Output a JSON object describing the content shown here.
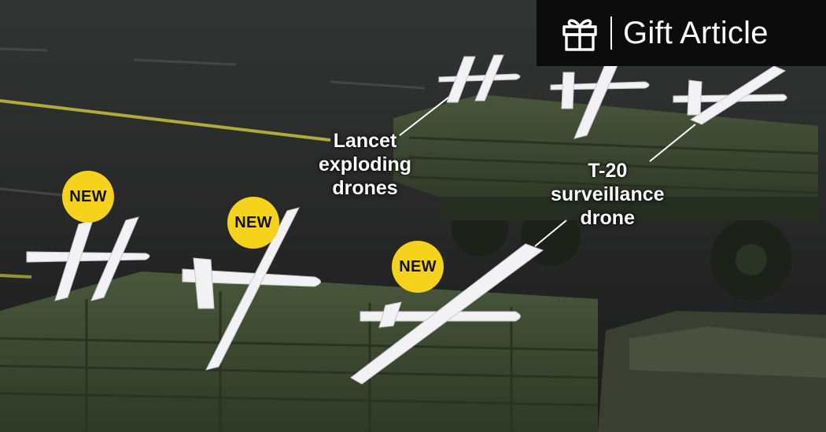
{
  "gift": {
    "label": "Gift Article",
    "icon": "gift-icon"
  },
  "labels": {
    "lancet": {
      "lines": [
        "Lancet",
        "exploding",
        "drones"
      ]
    },
    "t20": {
      "lines": [
        "T-20",
        "surveillance",
        "drone"
      ]
    }
  },
  "badges": {
    "text": "NEW"
  },
  "colors": {
    "badge": "#f5d21c",
    "drone": "#f2f2f4",
    "truck": "#3d4a32",
    "road": "#2a2c2b",
    "road_line": "#c9c23a"
  }
}
